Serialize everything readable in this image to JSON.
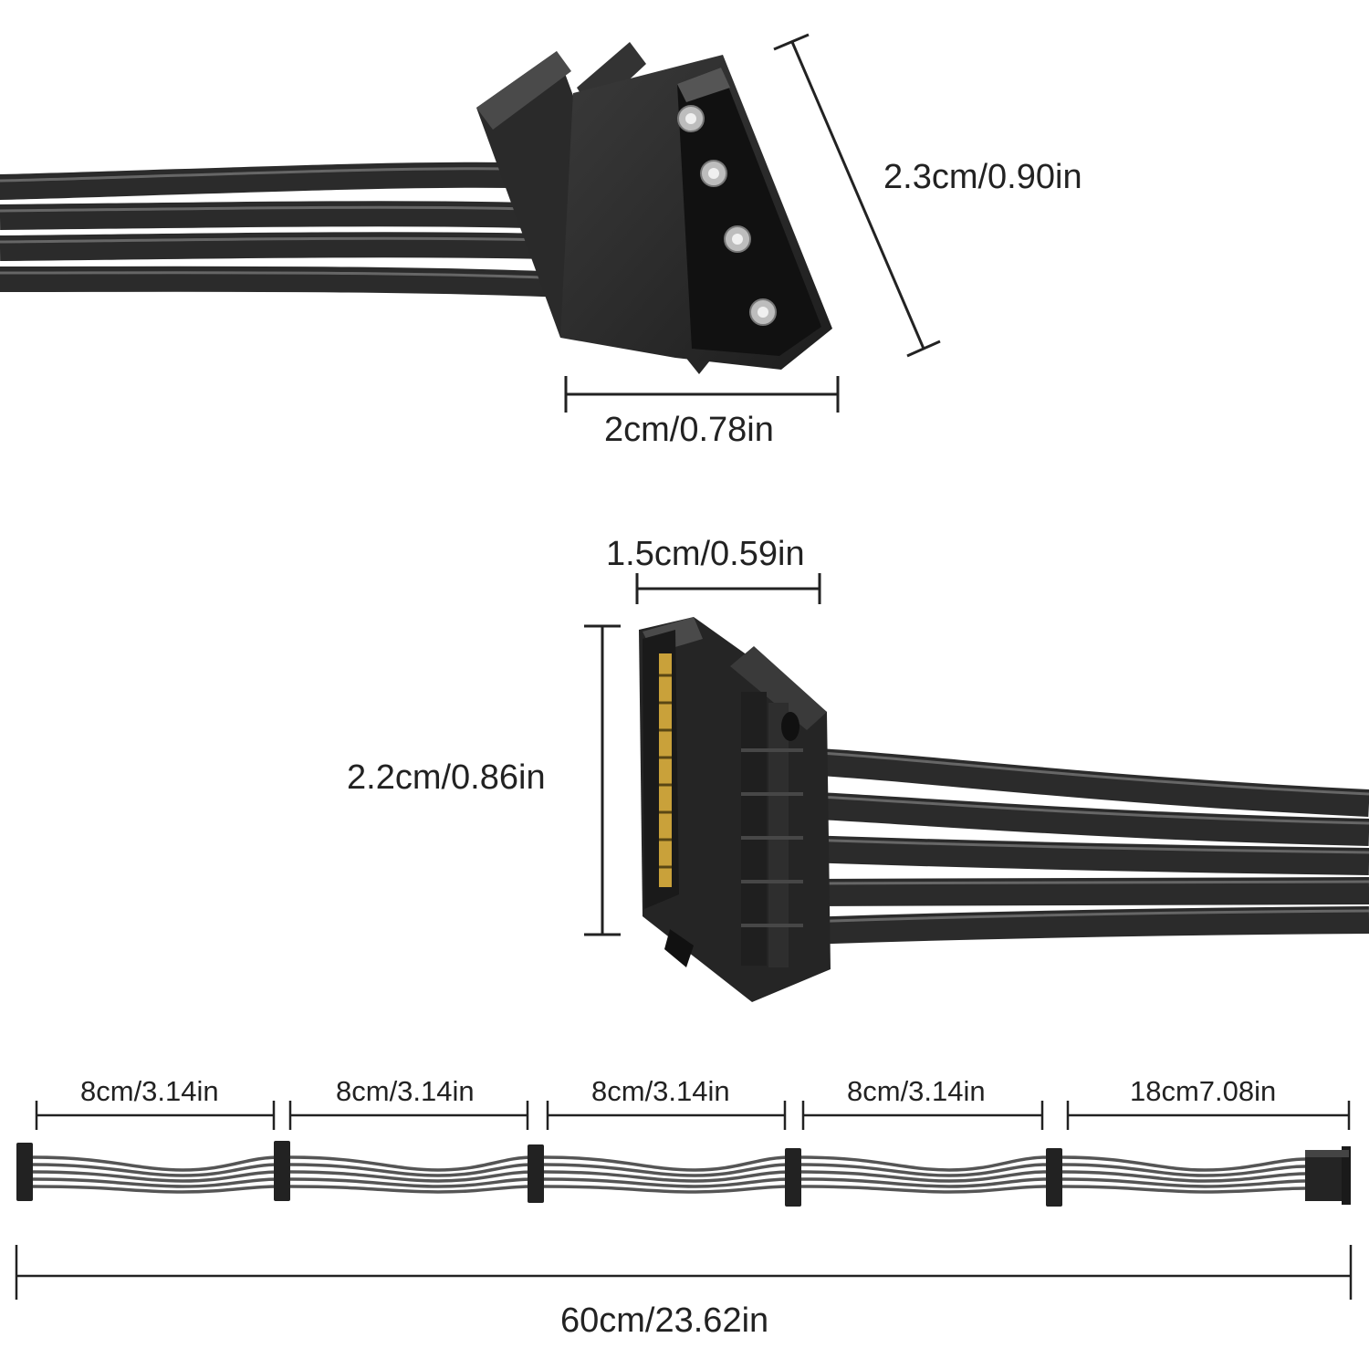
{
  "molex_connector": {
    "height_label": "2.3cm/0.90in",
    "width_label": "2cm/0.78in",
    "pin_count": 4
  },
  "sata_connector": {
    "width_label": "1.5cm/0.59in",
    "height_label": "2.2cm/0.86in",
    "wire_count": 5
  },
  "cable_layout": {
    "segments": [
      {
        "label": "8cm/3.14in"
      },
      {
        "label": "8cm/3.14in"
      },
      {
        "label": "8cm/3.14in"
      },
      {
        "label": "8cm/3.14in"
      },
      {
        "label": "18cm7.08in"
      }
    ],
    "total_label": "60cm/23.62in"
  },
  "colors": {
    "cable": "#2b2b2b",
    "cable_highlight": "#5a5a5a",
    "connector": "#262626",
    "dimension_line": "#222222",
    "pin": "#bdbdbd",
    "sata_contact": "#c9a13a"
  }
}
